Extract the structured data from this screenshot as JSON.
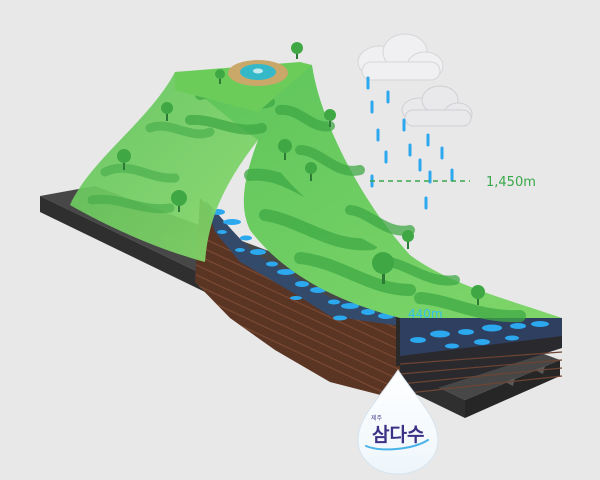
{
  "labels": {
    "altitude_high": "1,450m",
    "altitude_low": "440m"
  },
  "brand": {
    "small_text": "제주",
    "name": "삼다수"
  },
  "colors": {
    "background": "#e8e8e8",
    "grass_light": "#6ccc5a",
    "grass_dark": "#3fa845",
    "water": "#2ba8ee",
    "soil": "#5b3524",
    "base_gray": "#3e3e3e",
    "label_green": "#39a84a",
    "label_blue": "#33bff0",
    "brand_purple": "#3b2f86"
  }
}
